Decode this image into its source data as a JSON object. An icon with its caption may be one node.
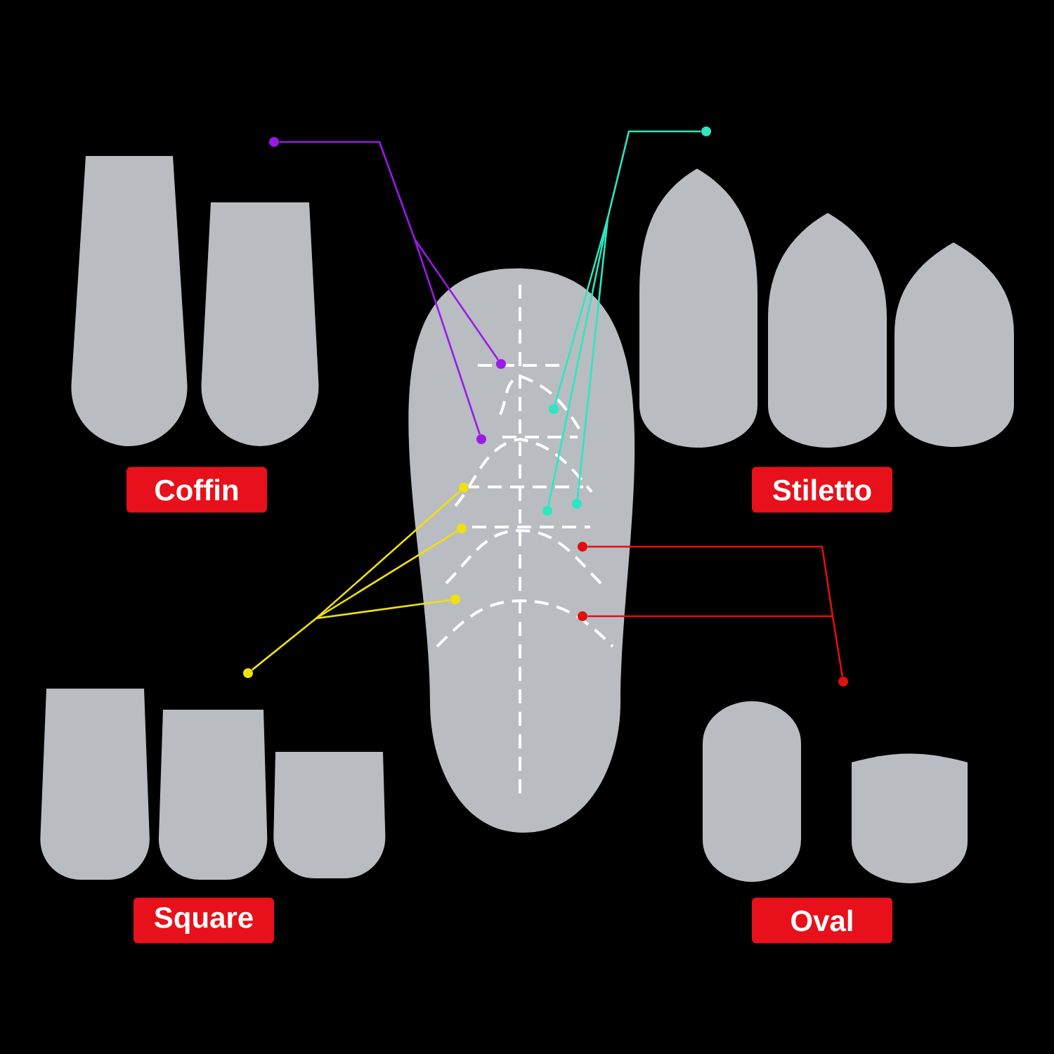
{
  "diagram": {
    "nodes": [
      {
        "text": [
          "Coffin"
        ]
      },
      {
        "text": [
          "Stiletto"
        ]
      },
      {
        "text": [
          "Square"
        ]
      },
      {
        "text": [
          "Oval"
        ]
      },
      {
        "text": [],
        "shape": "circle"
      },
      {
        "text": [],
        "shape": "circle"
      },
      {
        "text": [],
        "shape": "circle"
      },
      {
        "text": [],
        "shape": "circle"
      },
      {
        "text": [],
        "shape": "circle"
      },
      {
        "text": [],
        "shape": "circle"
      },
      {
        "text": [],
        "shape": "circle"
      },
      {
        "text": [],
        "shape": "circle"
      },
      {
        "text": [],
        "shape": "circle"
      },
      {
        "text": [],
        "shape": "circle"
      },
      {
        "text": [],
        "shape": "circle"
      },
      {
        "text": [],
        "shape": "circle"
      },
      {
        "text": [],
        "shape": "circle"
      },
      {
        "text": [],
        "shape": "circle"
      }
    ],
    "edges": [
      {
        "from": 4,
        "to": 5,
        "arrow": "none",
        "color": "#9b19e6"
      },
      {
        "from": 4,
        "to": 6,
        "arrow": "none",
        "color": "#9b19e6"
      },
      {
        "from": 7,
        "to": 8,
        "arrow": "none",
        "color": "#2ee6c0"
      },
      {
        "from": 7,
        "to": 9,
        "arrow": "none",
        "color": "#2ee6c0"
      },
      {
        "from": 7,
        "to": 10,
        "arrow": "none",
        "color": "#2ee6c0"
      },
      {
        "from": 11,
        "to": 12,
        "arrow": "none",
        "color": "#f0e010"
      },
      {
        "from": 11,
        "to": 13,
        "arrow": "none",
        "color": "#f0e010"
      },
      {
        "from": 11,
        "to": 14,
        "arrow": "none",
        "color": "#f0e010"
      },
      {
        "from": 15,
        "to": 16,
        "arrow": "none",
        "color": "#e01010"
      },
      {
        "from": 15,
        "to": 17,
        "arrow": "none",
        "color": "#e01010"
      }
    ]
  }
}
